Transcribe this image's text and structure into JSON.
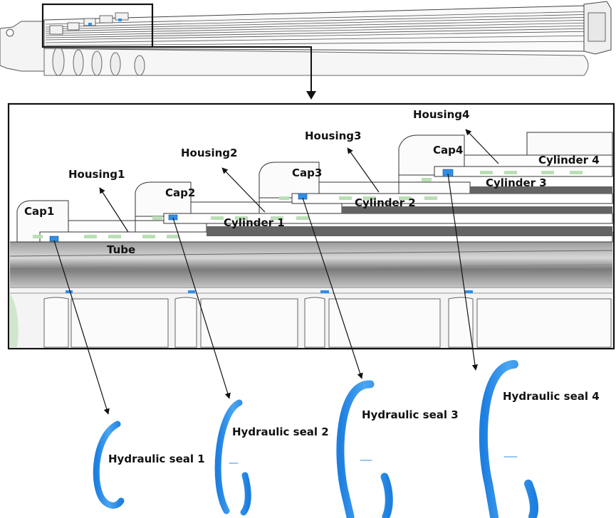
{
  "labels": {
    "housing1": "Housing1",
    "housing2": "Housing2",
    "housing3": "Housing3",
    "housing4": "Housing4",
    "cap1": "Cap1",
    "cap2": "Cap2",
    "cap3": "Cap3",
    "cap4": "Cap4",
    "cylinder1": "Cylinder 1",
    "cylinder2": "Cylinder 2",
    "cylinder3": "Cylinder 3",
    "cylinder4": "Cylinder 4",
    "tube": "Tube",
    "seal1": "Hydraulic seal 1",
    "seal2": "Hydraulic seal 2",
    "seal3": "Hydraulic seal 3",
    "seal4": "Hydraulic seal 4"
  },
  "colors": {
    "seal_blue": "#2f8ee8",
    "seal_blue_light": "#5fb0f5",
    "seal_pad_green": "#b9dfb4",
    "dark_steel": "#5f5f5f",
    "outline": "#2a2a2a"
  }
}
